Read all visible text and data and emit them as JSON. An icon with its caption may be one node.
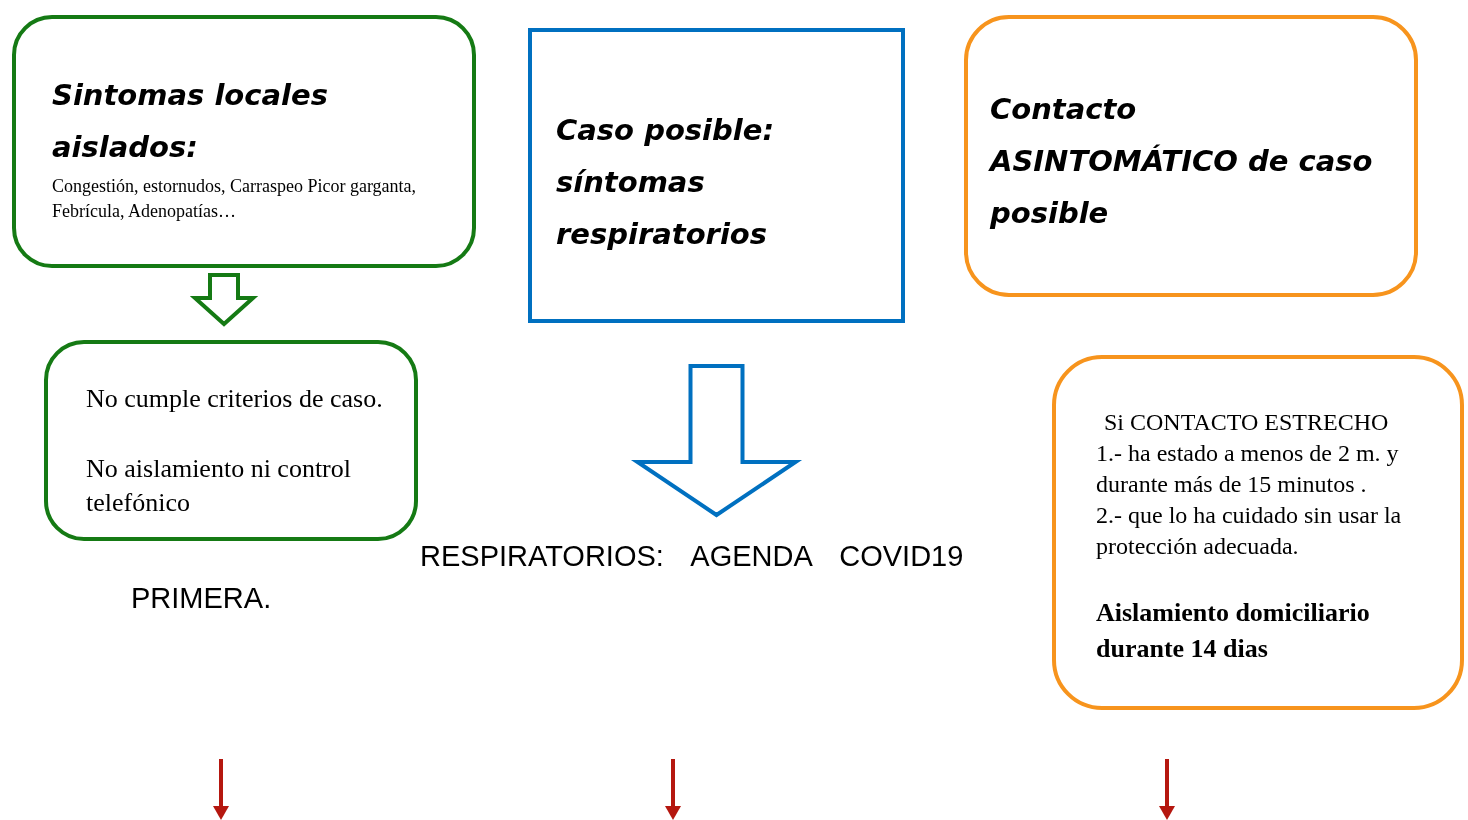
{
  "diagram": {
    "nodes": [
      {
        "text": [
          "Sintomas locales aislados:",
          "Congestión, estornudos, Carraspeo Picor garganta, Febrícula, Adenopatías…"
        ]
      },
      {
        "text": [
          "No cumple criterios de caso.",
          "No aislamiento ni control telefónico"
        ]
      },
      {
        "text": [
          "Caso posible: síntomas respiratorios"
        ]
      },
      {
        "text": [
          "Contacto ASINTOMÁTICO de caso posible"
        ]
      },
      {
        "text": [
          "Si CONTACTO ESTRECHO",
          "1.- ha estado a menos de 2 m. y durante más de 15 minutos .",
          "2.- que lo ha cuidado sin usar la protección adecuada.",
          "Aislamiento domiciliario durante 14 dias"
        ]
      }
    ],
    "edges": [
      {
        "from": 0,
        "to": 1,
        "arrow": "to",
        "color": "#157a14"
      },
      {
        "from": 2,
        "to": null,
        "arrow": "to",
        "color": "#0070c0"
      }
    ],
    "labels": [
      "RESPIRATORIOS: AGENDA COVID19",
      "PRIMERA."
    ]
  }
}
